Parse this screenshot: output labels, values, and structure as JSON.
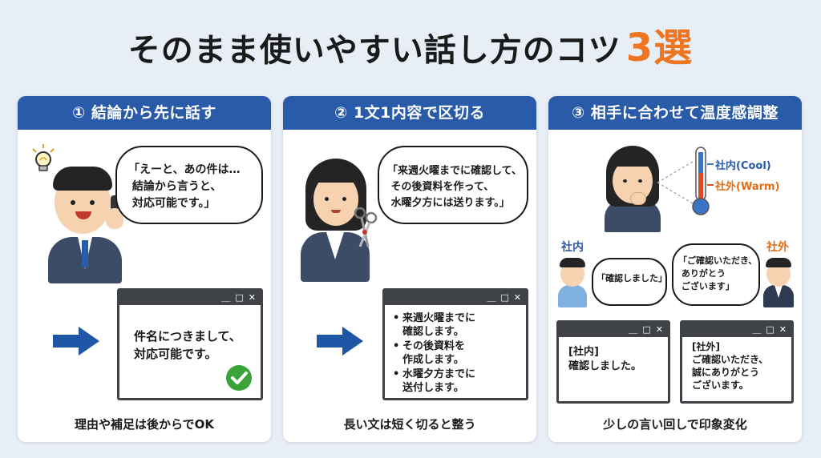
{
  "title": {
    "main": "そのまま使いやすい話し方のコツ",
    "accent": "3選"
  },
  "panel1": {
    "header": "① 結論から先に話す",
    "bubble_text": "「えーと、あの件は…\n 結論から言うと、\n 対応可能です。」",
    "window_text": "件名につきまして、\n対応可能です。",
    "footer": "理由や補足は後からでOK"
  },
  "panel2": {
    "header": "② 1文1内容で区切る",
    "bubble_text": "「来週火曜までに確認して、\n その後資料を作って、\n 水曜夕方には送ります。」",
    "window_items": [
      "来週火曜までに\n確認します。",
      "その後資料を\n作成します。",
      "水曜夕方までに\n送付します。"
    ],
    "footer": "長い文は短く切ると整う"
  },
  "panel3": {
    "header": "③ 相手に合わせて温度感調整",
    "thermo_cool": "社内(Cool)",
    "thermo_warm": "社外(Warm)",
    "label_internal": "社内",
    "label_external": "社外",
    "bubble_internal": "「確認しました」",
    "bubble_external": "「ご確認いただき、\n ありがとう\n ございます」",
    "window_internal": "[社内]\n確認しました。",
    "window_external": "[社外]\nご確認いただき、\n誠にありがとう\nございます。",
    "footer": "少しの言い回しで印象変化"
  },
  "window_controls": [
    "＿",
    "□",
    "✕"
  ],
  "colors": {
    "header_blue": "#2a5ba8",
    "accent_orange": "#ee7521",
    "check_green": "#3aa33a",
    "arrow_blue": "#1f56a6"
  }
}
